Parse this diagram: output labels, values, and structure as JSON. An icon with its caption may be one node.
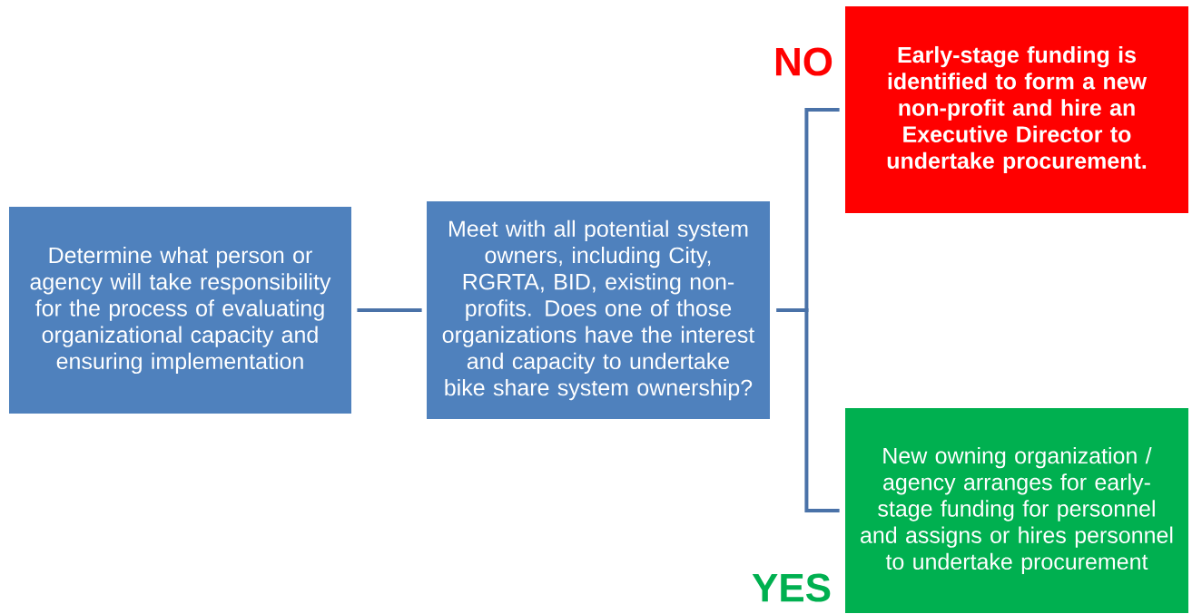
{
  "diagram": {
    "nodes": [
      {
        "text": [
          "Determine what person or agency will take responsibility for the process of evaluating organizational capacity and ensuring implementation"
        ]
      },
      {
        "text": [
          "Meet with all potential system owners, including City, RGRTA, BID, existing non-profits. Does one of those organizations have the interest and capacity to undertake bike share system ownership?"
        ]
      },
      {
        "text": [
          "Early-stage funding is identified to form a new non-profit and hire an Executive Director to undertake procurement."
        ],
        "beside": [
          "NO"
        ]
      },
      {
        "text": [
          "New owning organization / agency arranges for early-stage funding for personnel and assigns or hires personnel to undertake procurement"
        ],
        "beside": [
          "YES"
        ]
      }
    ],
    "edges": [
      {
        "from": 0,
        "to": 1,
        "arrow": "none"
      },
      {
        "from": 1,
        "to": 2,
        "arrow": "none"
      },
      {
        "from": 1,
        "to": 3,
        "arrow": "none"
      }
    ]
  }
}
